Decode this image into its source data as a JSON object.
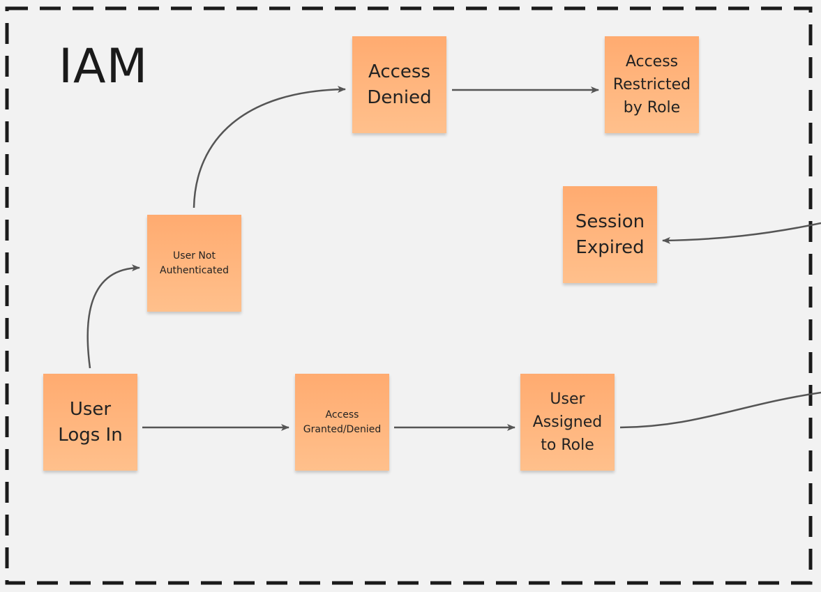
{
  "frame": {
    "title": "IAM"
  },
  "notes": {
    "user_logs_in": "User\nLogs In",
    "user_not_authenticated": "User Not\nAuthenticated",
    "access_denied": "Access\nDenied",
    "access_restricted_by_role": "Access\nRestricted\nby Role",
    "session_expired": "Session\nExpired",
    "access_granted_denied": "Access\nGranted/Denied",
    "user_assigned_to_role": "User\nAssigned\nto Role"
  },
  "colors": {
    "background": "#f2f2f2",
    "sticky_top": "#ffab70",
    "sticky_bottom": "#ffc08c",
    "connector": "#555555",
    "frame_border": "#1a1a1a"
  }
}
